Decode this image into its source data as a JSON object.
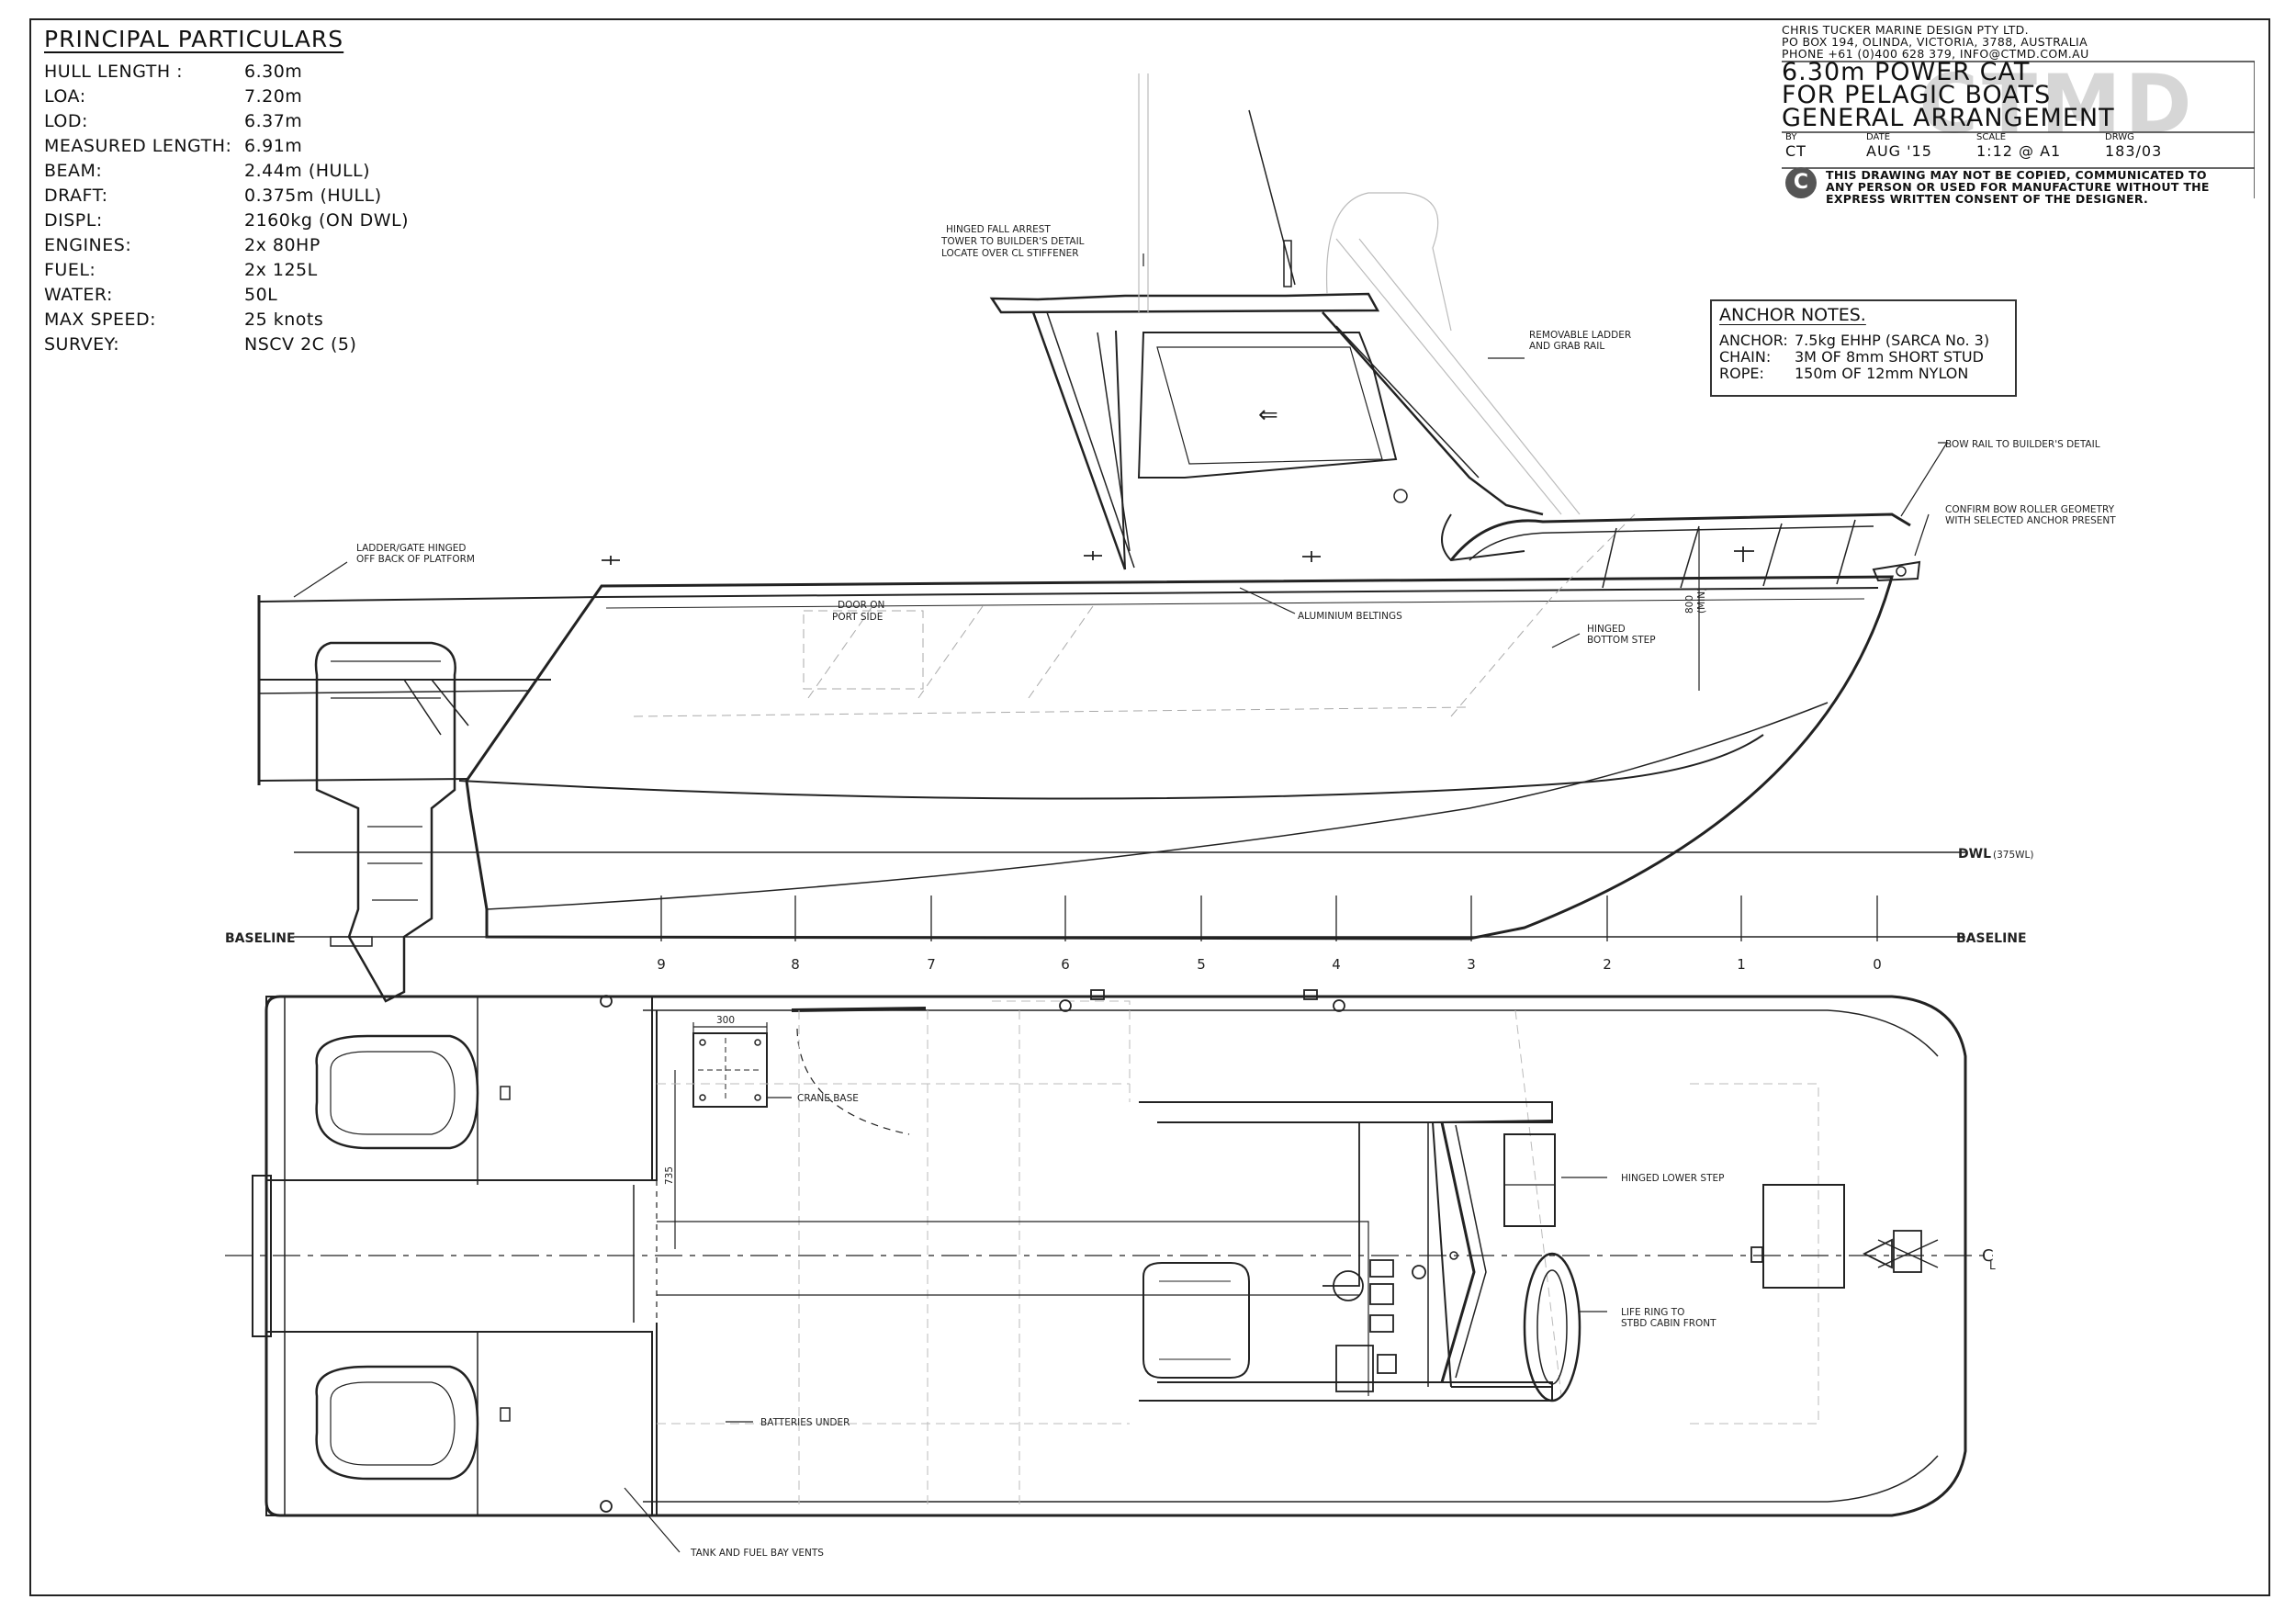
{
  "principal_particulars": {
    "title": "PRINCIPAL PARTICULARS",
    "rows": [
      {
        "label": "HULL LENGTH :",
        "value": "6.30m"
      },
      {
        "label": "LOA:",
        "value": "7.20m"
      },
      {
        "label": "LOD:",
        "value": "6.37m"
      },
      {
        "label": "MEASURED LENGTH:",
        "value": "6.91m"
      },
      {
        "label": "BEAM:",
        "value": "2.44m (HULL)"
      },
      {
        "label": "DRAFT:",
        "value": "0.375m (HULL)"
      },
      {
        "label": "DISPL:",
        "value": "2160kg (ON DWL)"
      },
      {
        "label": "ENGINES:",
        "value": "2x 80HP"
      },
      {
        "label": "FUEL:",
        "value": "2x 125L"
      },
      {
        "label": "WATER:",
        "value": "50L"
      },
      {
        "label": "MAX SPEED:",
        "value": "25 knots"
      },
      {
        "label": "SURVEY:",
        "value": "NSCV 2C (5)"
      }
    ]
  },
  "title_block": {
    "firm": [
      "CHRIS TUCKER MARINE DESIGN PTY LTD.",
      "PO BOX 194, OLINDA, VICTORIA, 3788, AUSTRALIA",
      "PHONE +61 (0)400 628 379, INFO@CTMD.COM.AU"
    ],
    "title": [
      "6.30m POWER CAT",
      "FOR PELAGIC BOATS",
      "GENERAL ARRANGEMENT"
    ],
    "watermark": "CTMD",
    "by_label": "BY",
    "by": "CT",
    "date_label": "DATE",
    "date": "AUG '15",
    "scale_label": "SCALE",
    "scale": "1:12 @ A1",
    "drwg_label": "DRWG",
    "drwg": "183/03",
    "copyright_symbol": "C",
    "copyright": [
      "THIS DRAWING MAY NOT BE COPIED, COMMUNICATED TO",
      "ANY PERSON OR USED FOR MANUFACTURE WITHOUT THE",
      "EXPRESS WRITTEN CONSENT OF THE DESIGNER."
    ]
  },
  "anchor_notes": {
    "title": "ANCHOR NOTES.",
    "rows": [
      {
        "label": "ANCHOR:",
        "value": "7.5kg EHHP (SARCA No. 3)"
      },
      {
        "label": "CHAIN:",
        "value": "3M OF 8mm SHORT STUD"
      },
      {
        "label": "ROPE:",
        "value": "150m OF 12mm NYLON"
      }
    ]
  },
  "annotations": {
    "fall_arrest": [
      "HINGED FALL ARREST",
      "TOWER TO BUILDER'S DETAIL",
      "LOCATE OVER CL STIFFENER"
    ],
    "ladder": [
      "REMOVABLE LADDER",
      "AND GRAB RAIL"
    ],
    "bow_rail": "BOW RAIL TO BUILDER'S DETAIL",
    "bow_roller": [
      "CONFIRM BOW ROLLER GEOMETRY",
      "WITH SELECTED ANCHOR PRESENT"
    ],
    "ladder_gate": [
      "LADDER/GATE HINGED",
      "OFF BACK OF PLATFORM"
    ],
    "door": [
      "DOOR ON",
      "PORT SIDE"
    ],
    "beltings": "ALUMINIUM BELTINGS",
    "hinged_bottom_step": [
      "HINGED",
      "BOTTOM STEP"
    ],
    "height": "800",
    "height_min": "(MIN)",
    "dwl": "DWL",
    "dwl_sub": "(375WL)",
    "baseline": "BASELINE",
    "crane_base": "CRANE BASE",
    "dim_300": "300",
    "dim_735": "735",
    "hinged_lower_step": "HINGED LOWER STEP",
    "life_ring": [
      "LIFE RING TO",
      "STBD CABIN FRONT"
    ],
    "batteries": "BATTERIES UNDER",
    "vents": "TANK AND FUEL BAY VENTS",
    "centreline": "C",
    "centreline_sub": "L"
  },
  "stations": [
    "9",
    "8",
    "7",
    "6",
    "5",
    "4",
    "3",
    "2",
    "1",
    "0"
  ]
}
